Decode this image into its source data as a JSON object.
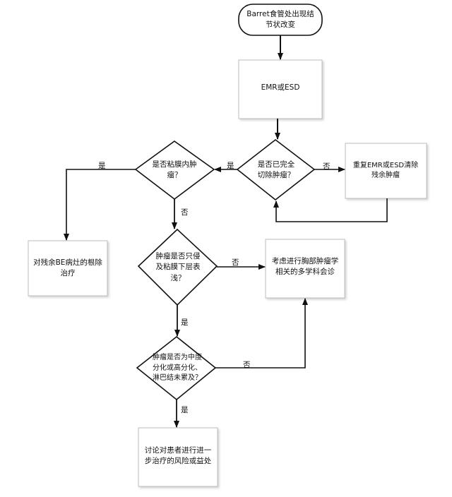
{
  "nodes": {
    "start": "Barret食管处出现结节状改变",
    "emr_esd": "EMR或ESD",
    "complete_resection": "是否已完全切除肿瘤？",
    "repeat_emr": "重复EMR或ESD清除残余肿瘤",
    "intramucosal": "是否粘膜内肿瘤？",
    "eradicate_be": "对残余BE病灶的根除治疗",
    "superficial_submucosa": "肿瘤是否只侵及粘膜下层表浅？",
    "mdt": "考虑进行胸部肿瘤学相关的多学科会诊",
    "differentiation": "肿瘤是否为中度分化或高分化、淋巴结未累及？",
    "discuss_risk": "讨论对患者进行进一步治疗的风险或益处"
  },
  "edge_labels": {
    "yes": "是",
    "no": "否"
  },
  "colors": {
    "line": "#111111",
    "box_border": "#bdbdbd"
  }
}
